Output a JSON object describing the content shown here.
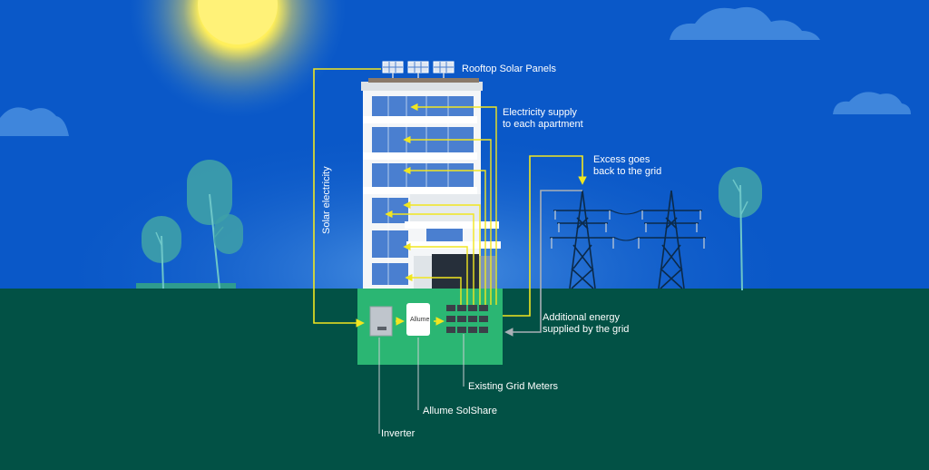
{
  "labels": {
    "rooftop_solar_panels": "Rooftop Solar Panels",
    "electricity_supply_line1": "Electricity supply",
    "electricity_supply_line2": "to each apartment",
    "excess_line1": "Excess goes",
    "excess_line2": "back to the grid",
    "solar_electricity": "Solar electricity",
    "additional_line1": "Additional energy",
    "additional_line2": "supplied by the grid",
    "existing_grid_meters": "Existing Grid Meters",
    "allume_solshare": "Allume SolShare",
    "inverter": "Inverter",
    "solshare_box_text": "Allume"
  },
  "colors": {
    "sky": "#0a58c8",
    "ground": "#025145",
    "equipment_box": "#2bb673",
    "solar_line": "#f1e620",
    "grid_line": "#9aa0a6",
    "label_text": "#ffffff"
  }
}
